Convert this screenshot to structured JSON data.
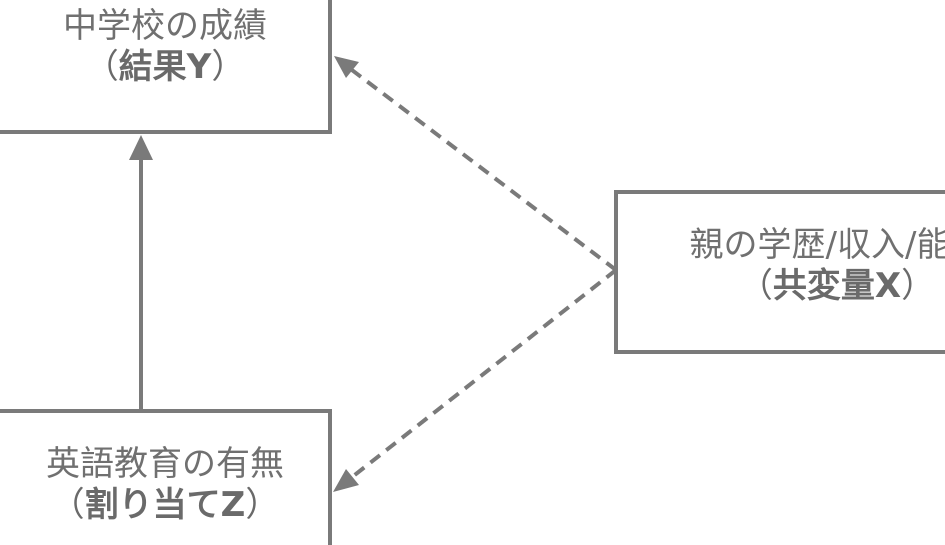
{
  "nodes": {
    "outcome": {
      "line1": "中学校の成績",
      "open_paren": "（",
      "line2": "結果Y",
      "close_paren": "）"
    },
    "treatment": {
      "line1": "英語教育の有無",
      "open_paren": "（",
      "line2": "割り当てZ",
      "close_paren": "）"
    },
    "covariate": {
      "line1": "親の学歴/収入/能力",
      "open_paren": "（",
      "line2": "共変量X",
      "close_paren": "）"
    }
  },
  "edges": [
    {
      "from": "treatment",
      "to": "outcome",
      "style": "solid"
    },
    {
      "from": "covariate",
      "to": "outcome",
      "style": "dashed"
    },
    {
      "from": "covariate",
      "to": "treatment",
      "style": "dashed"
    }
  ],
  "colors": {
    "stroke": "#7a7a7a",
    "text": "#707070",
    "background": "#ffffff"
  }
}
